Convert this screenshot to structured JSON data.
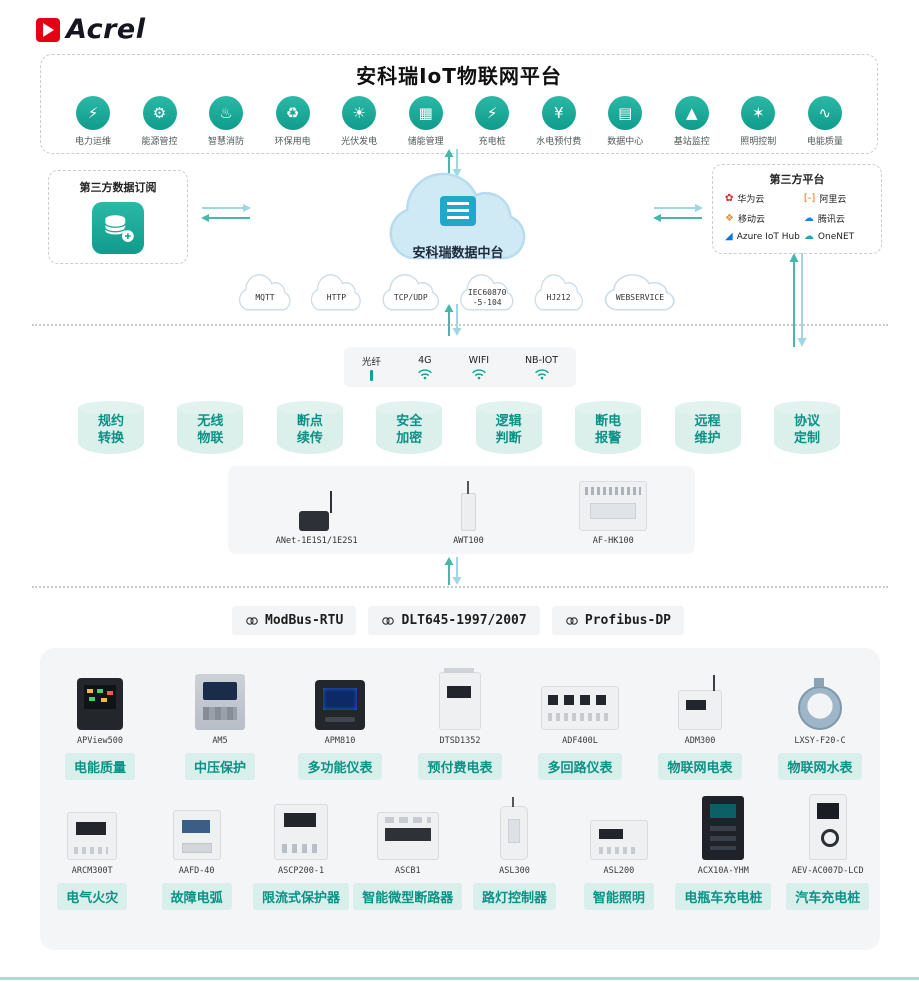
{
  "theme": {
    "accent_teal": "#0f9c8c",
    "chip_bg": "#d8efeb",
    "chip_text": "#0b9185",
    "arrow_teal": "#45b8ab",
    "arrow_blue": "#9fd6e3",
    "logo_red": "#e60013",
    "panel_gray": "#f4f5f6"
  },
  "brand": {
    "name": "Acrel"
  },
  "platform": {
    "title": "安科瑞IoT物联网平台",
    "apps": [
      {
        "label": "电力运维",
        "glyph": "⚡"
      },
      {
        "label": "能源管控",
        "glyph": "⚙"
      },
      {
        "label": "智慧消防",
        "glyph": "♨"
      },
      {
        "label": "环保用电",
        "glyph": "♻"
      },
      {
        "label": "光伏发电",
        "glyph": "☀"
      },
      {
        "label": "储能管理",
        "glyph": "▦"
      },
      {
        "label": "充电桩",
        "glyph": "⚡"
      },
      {
        "label": "水电预付费",
        "glyph": "¥"
      },
      {
        "label": "数据中心",
        "glyph": "▤"
      },
      {
        "label": "基站监控",
        "glyph": "▲"
      },
      {
        "label": "照明控制",
        "glyph": "✶"
      },
      {
        "label": "电能质量",
        "glyph": "∿"
      }
    ]
  },
  "hub": {
    "subscribe_box_title": "第三方数据订阅",
    "center_title": "安科瑞数据中台",
    "platform_box_title": "第三方平台",
    "vendors": [
      {
        "name": "华为云",
        "glyph": "✿"
      },
      {
        "name": "阿里云",
        "glyph": "[-]"
      },
      {
        "name": "移动云",
        "glyph": "❖"
      },
      {
        "name": "腾讯云",
        "glyph": "☁"
      },
      {
        "name": "Azure IoT Hub",
        "glyph": "◢"
      },
      {
        "name": "OneNET",
        "glyph": "☁"
      }
    ],
    "protocol_clouds": [
      {
        "label": "MQTT"
      },
      {
        "label": "HTTP"
      },
      {
        "label": "TCP/UDP"
      },
      {
        "label": "IEC60870 -5-104"
      },
      {
        "label": "HJ212"
      },
      {
        "label": "WEBSERVICE"
      }
    ]
  },
  "network": {
    "links": [
      {
        "label": "光纤"
      },
      {
        "label": "4G"
      },
      {
        "label": "WIFI"
      },
      {
        "label": "NB-IOT"
      }
    ]
  },
  "features": [
    {
      "label": "规约转换"
    },
    {
      "label": "无线物联"
    },
    {
      "label": "断点续传"
    },
    {
      "label": "安全加密"
    },
    {
      "label": "逻辑判断"
    },
    {
      "label": "断电报警"
    },
    {
      "label": "远程维护"
    },
    {
      "label": "协议定制"
    }
  ],
  "gateways": [
    {
      "model": "ANet-1E1S1/1E2S1"
    },
    {
      "model": "AWT100"
    },
    {
      "model": "AF-HK100"
    }
  ],
  "bus_protocols": [
    {
      "label": "ModBus-RTU"
    },
    {
      "label": "DLT645-1997/2007"
    },
    {
      "label": "Profibus-DP"
    }
  ],
  "devices": {
    "row1": [
      {
        "model": "APView500",
        "label": "电能质量"
      },
      {
        "model": "AM5",
        "label": "中压保护"
      },
      {
        "model": "APM810",
        "label": "多功能仪表"
      },
      {
        "model": "DTSD1352",
        "label": "预付费电表"
      },
      {
        "model": "ADF400L",
        "label": "多回路仪表"
      },
      {
        "model": "ADM300",
        "label": "物联网电表"
      },
      {
        "model": "LXSY-F20-C",
        "label": "物联网水表"
      }
    ],
    "row2": [
      {
        "model": "ARCM300T",
        "label": "电气火灾"
      },
      {
        "model": "AAFD-40",
        "label": "故障电弧"
      },
      {
        "model": "ASCP200-1",
        "label": "限流式保护器"
      },
      {
        "model": "ASCB1",
        "label": "智能微型断路器"
      },
      {
        "model": "ASL300",
        "label": "路灯控制器"
      },
      {
        "model": "ASL200",
        "label": "智能照明"
      },
      {
        "model": "ACX10A-YHM",
        "label": "电瓶车充电桩"
      },
      {
        "model": "AEV-AC007D-LCD",
        "label": "汽车充电桩"
      }
    ]
  }
}
